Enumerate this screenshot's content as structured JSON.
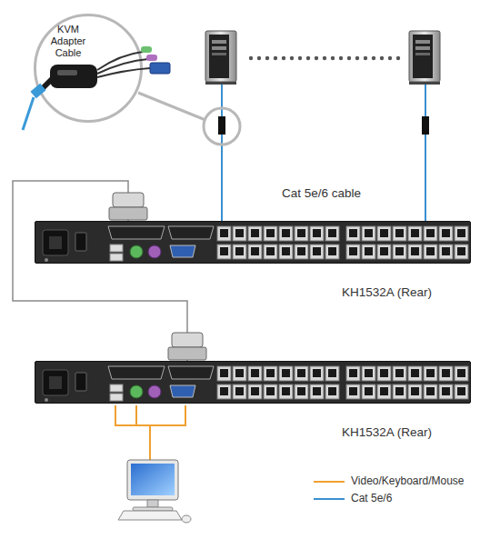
{
  "diagram": {
    "nodes": [
      {
        "text": [
          "KVM Adapter Cable"
        ]
      },
      {
        "text": [
          "KH1532A (Rear)"
        ]
      },
      {
        "text": [
          "KH1532A (Rear)"
        ]
      }
    ],
    "edges": [
      {
        "from": 1,
        "to": 2,
        "arrow": "none"
      }
    ],
    "labels": [
      "Cat 5e/6 cable"
    ],
    "legend": [
      {
        "text": "Video/Keyboard/Mouse"
      },
      {
        "text": "Cat 5e/6"
      }
    ]
  }
}
